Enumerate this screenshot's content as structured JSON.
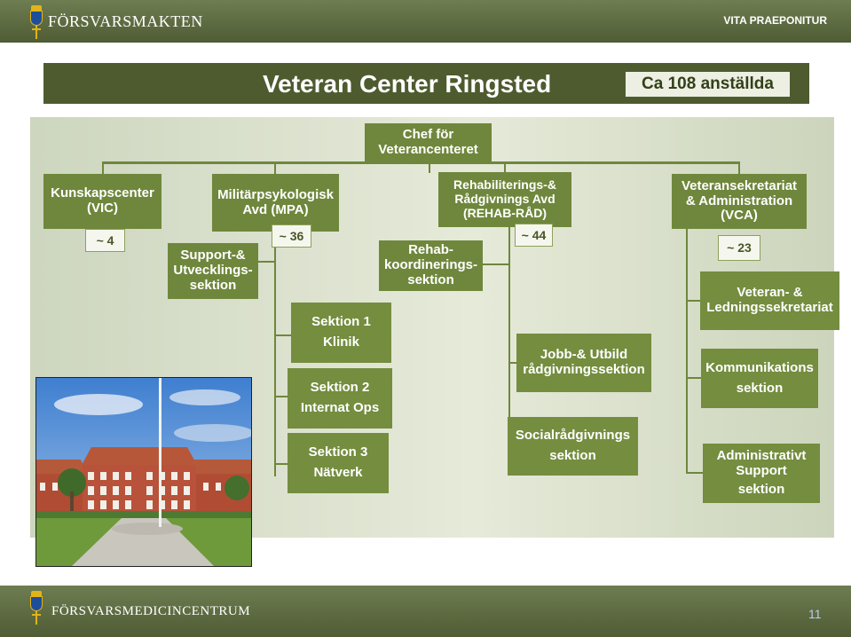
{
  "header": {
    "brand": "FÖRSVARSMAKTEN",
    "motto": "VITA PRAEPONITUR",
    "title": "Veteran Center Ringsted",
    "staff_count": "Ca 108 anställda"
  },
  "chart": {
    "root": {
      "line1": "Chef för",
      "line2": "Veterancenteret"
    },
    "vic": {
      "line1": "Kunskapscenter",
      "line2": "(VIC)",
      "badge": "~ 4"
    },
    "mpa": {
      "line1": "Militärpsykologisk",
      "line2": "Avd (MPA)",
      "badge": "~ 36"
    },
    "support": {
      "line1": "Support-&",
      "line2": "Utvecklings-",
      "line3": "sektion"
    },
    "sektion1": {
      "line1": "Sektion 1",
      "line2": "Klinik"
    },
    "sektion2": {
      "line1": "Sektion 2",
      "line2": "Internat Ops"
    },
    "sektion3": {
      "line1": "Sektion 3",
      "line2": "Nätverk"
    },
    "rehab": {
      "line1": "Rehabiliterings-&",
      "line2": "Rådgivnings Avd",
      "line3": "(REHAB-RÅD)",
      "badge": "~ 44"
    },
    "rehabkoord": {
      "line1": "Rehab-",
      "line2": "koordinerings-",
      "line3": "sektion"
    },
    "jobb": {
      "line1": "Jobb-& Utbild",
      "line2": "rådgivningssektion"
    },
    "social": {
      "line1": "Socialrådgivnings",
      "line2": "sektion"
    },
    "vca": {
      "line1": "Veteransekretariat",
      "line2": "& Administration",
      "line3": "(VCA)",
      "badge": "~ 23"
    },
    "veteran_led": {
      "line1": "Veteran- &",
      "line2": "Ledningssekretariat"
    },
    "kommunikation": {
      "line1": "Kommunikations",
      "line2": "sektion"
    },
    "admin": {
      "line1": "Administrativt",
      "line2": "Support",
      "line3": "sektion"
    }
  },
  "footer": {
    "brand": "FÖRSVARSMEDICINCENTRUM",
    "page_number": "11"
  },
  "colors": {
    "header_green": "#5e6b41",
    "box_green": "#6f873c",
    "panel_bg": "#dfe4d2"
  }
}
